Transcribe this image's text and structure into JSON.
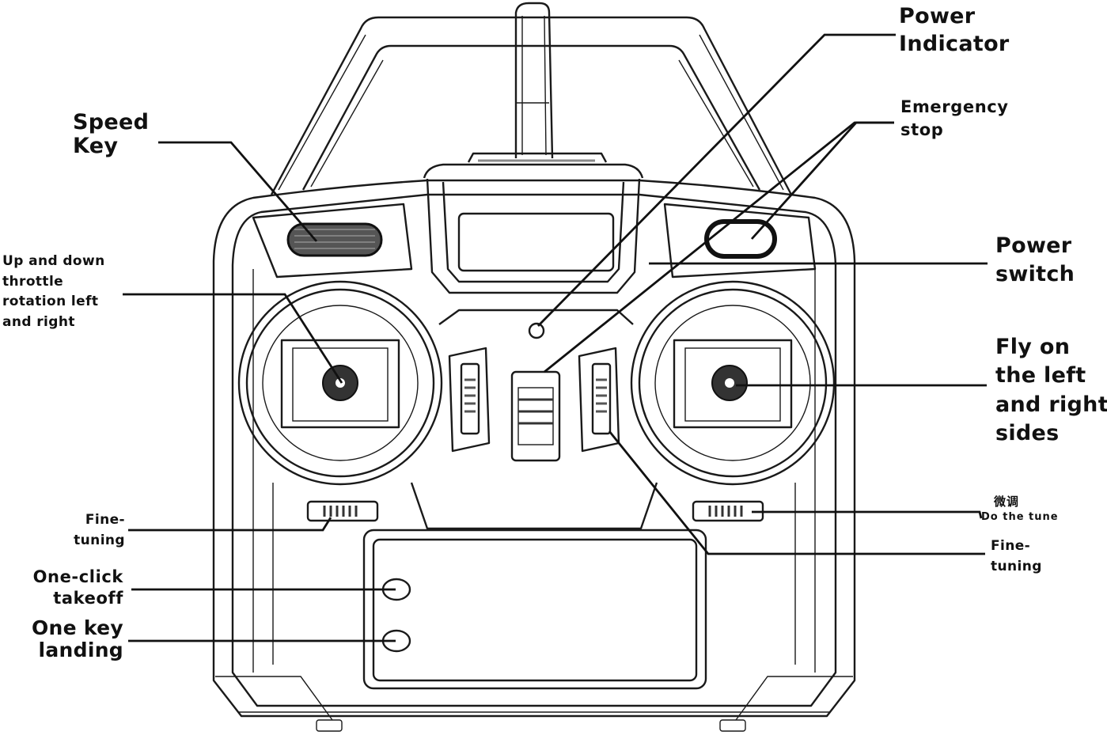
{
  "diagram": {
    "title": "Remote controller function diagram",
    "colors": {
      "line": "#1a1a1a",
      "background": "#ffffff",
      "texture": "#8a8a8a"
    },
    "labels": {
      "speed_key": [
        "Speed",
        "Key"
      ],
      "throttle": [
        "Up and down",
        "throttle",
        "rotation left",
        "and right"
      ],
      "fine_tuning_left": [
        "Fine-",
        "tuning"
      ],
      "one_click_takeoff": [
        "One-click",
        "takeoff"
      ],
      "one_key_landing": [
        "One key",
        "landing"
      ],
      "power_indicator": [
        "Power",
        "Indicator"
      ],
      "emergency_stop": [
        "Emergency",
        "stop"
      ],
      "power_switch": [
        "Power",
        "switch"
      ],
      "fly_sides": [
        "Fly on",
        "the left",
        "and right",
        "sides"
      ],
      "tune_cn": "微调",
      "do_the_tune": "Do the tune",
      "fine_tuning_right": [
        "Fine-",
        "tuning"
      ]
    }
  }
}
